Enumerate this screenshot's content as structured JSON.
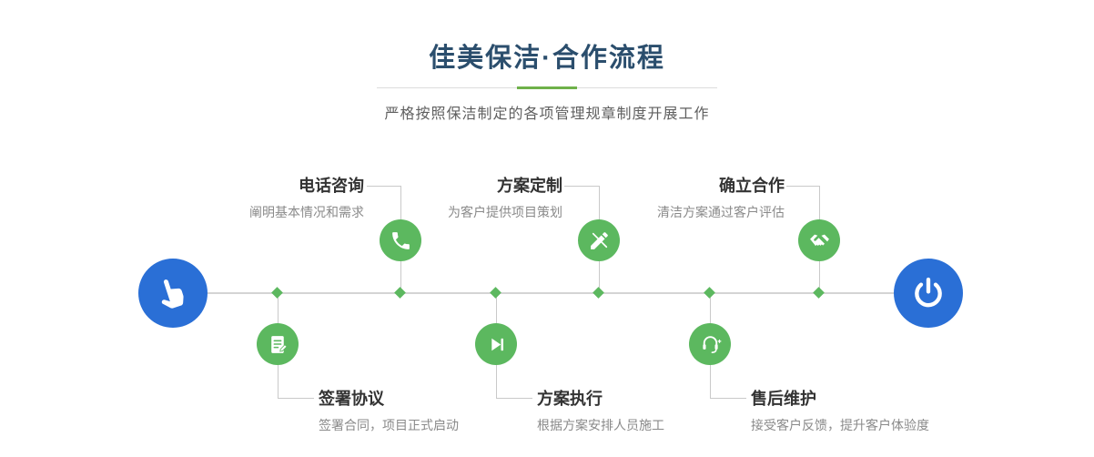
{
  "page": {
    "title": "佳美保洁·合作流程",
    "subtitle": "严格按照保洁制定的各项管理规章制度开展工作"
  },
  "flow": {
    "start_icon": "hand-pointer-icon",
    "end_icon": "power-icon",
    "top_steps": [
      {
        "title": "电话咨询",
        "desc": "阐明基本情况和需求",
        "icon": "phone-icon"
      },
      {
        "title": "方案定制",
        "desc": "为客户提供项目策划",
        "icon": "pencil-design-icon"
      },
      {
        "title": "确立合作",
        "desc": "清洁方案通过客户评估",
        "icon": "handshake-icon"
      }
    ],
    "bottom_steps": [
      {
        "title": "签署协议",
        "desc": "签署合同，项目正式启动",
        "icon": "contract-icon"
      },
      {
        "title": "方案执行",
        "desc": "根据方案安排人员施工",
        "icon": "play-execute-icon"
      },
      {
        "title": "售后维护",
        "desc": "接受客户反馈，提升客户体验度",
        "icon": "headset-support-icon"
      }
    ]
  },
  "colors": {
    "endpoint_blue": "#2a6fd6",
    "step_green": "#5cb85f",
    "title_navy": "#2b4e6d",
    "line_gray": "#cccccc",
    "divider_accent_green": "#6fb14a"
  }
}
